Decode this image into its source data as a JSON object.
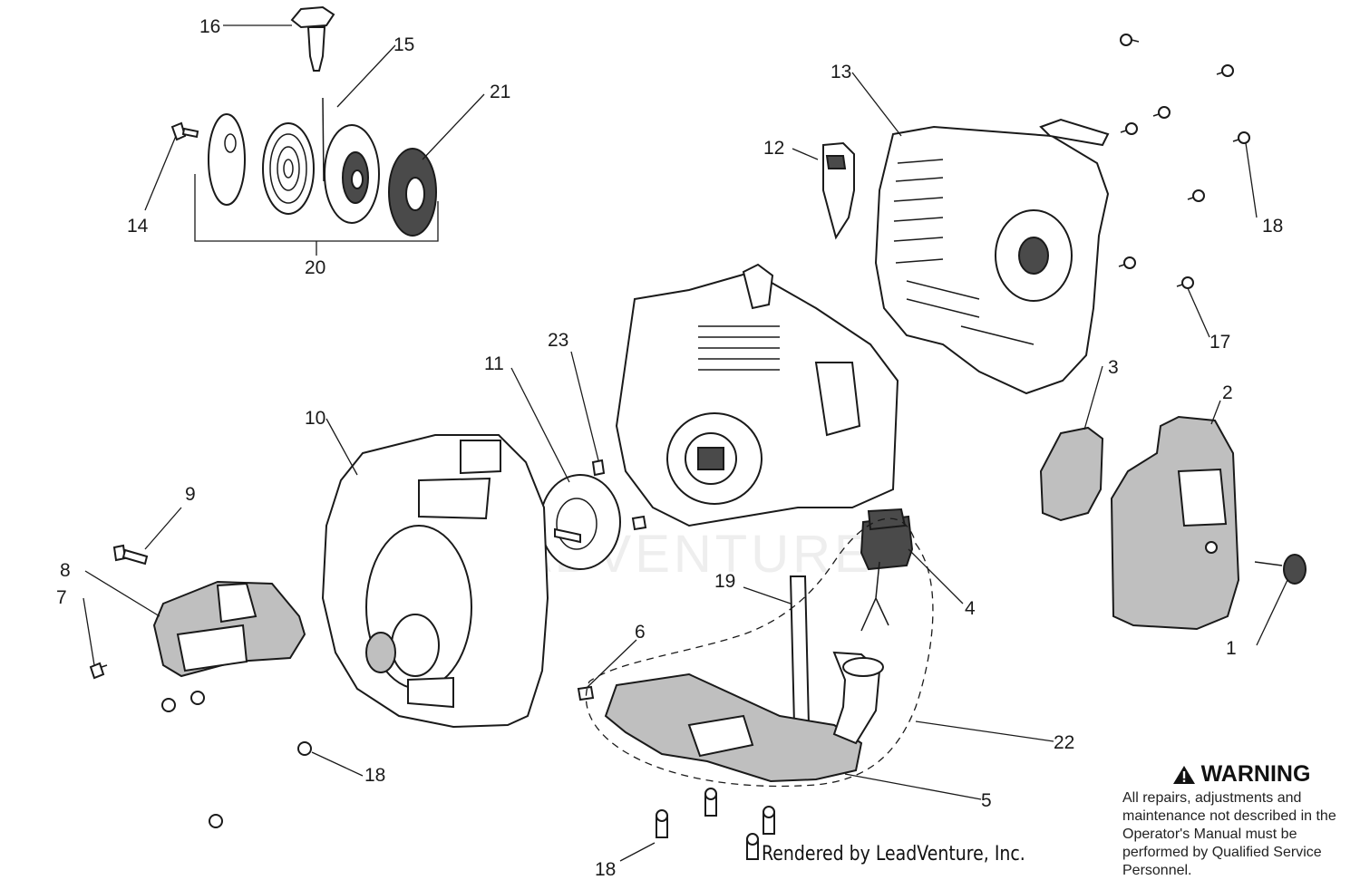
{
  "diagram": {
    "watermark": "LEADVENTURE",
    "callouts": {
      "c1": "1",
      "c2": "2",
      "c3": "3",
      "c4": "4",
      "c5": "5",
      "c6": "6",
      "c7": "7",
      "c8": "8",
      "c9": "9",
      "c10": "10",
      "c11": "11",
      "c12": "12",
      "c13": "13",
      "c14": "14",
      "c15": "15",
      "c16": "16",
      "c17": "17",
      "c18a": "18",
      "c18b": "18",
      "c18c": "18",
      "c19": "19",
      "c20": "20",
      "c21": "21",
      "c22": "22",
      "c23": "23"
    }
  },
  "warning": {
    "title": "WARNING",
    "text": "All repairs, adjustments and maintenance not described in the Operator's Manual must be performed by Qualified Service Personnel."
  },
  "credit": "Rendered by LeadVenture, Inc."
}
